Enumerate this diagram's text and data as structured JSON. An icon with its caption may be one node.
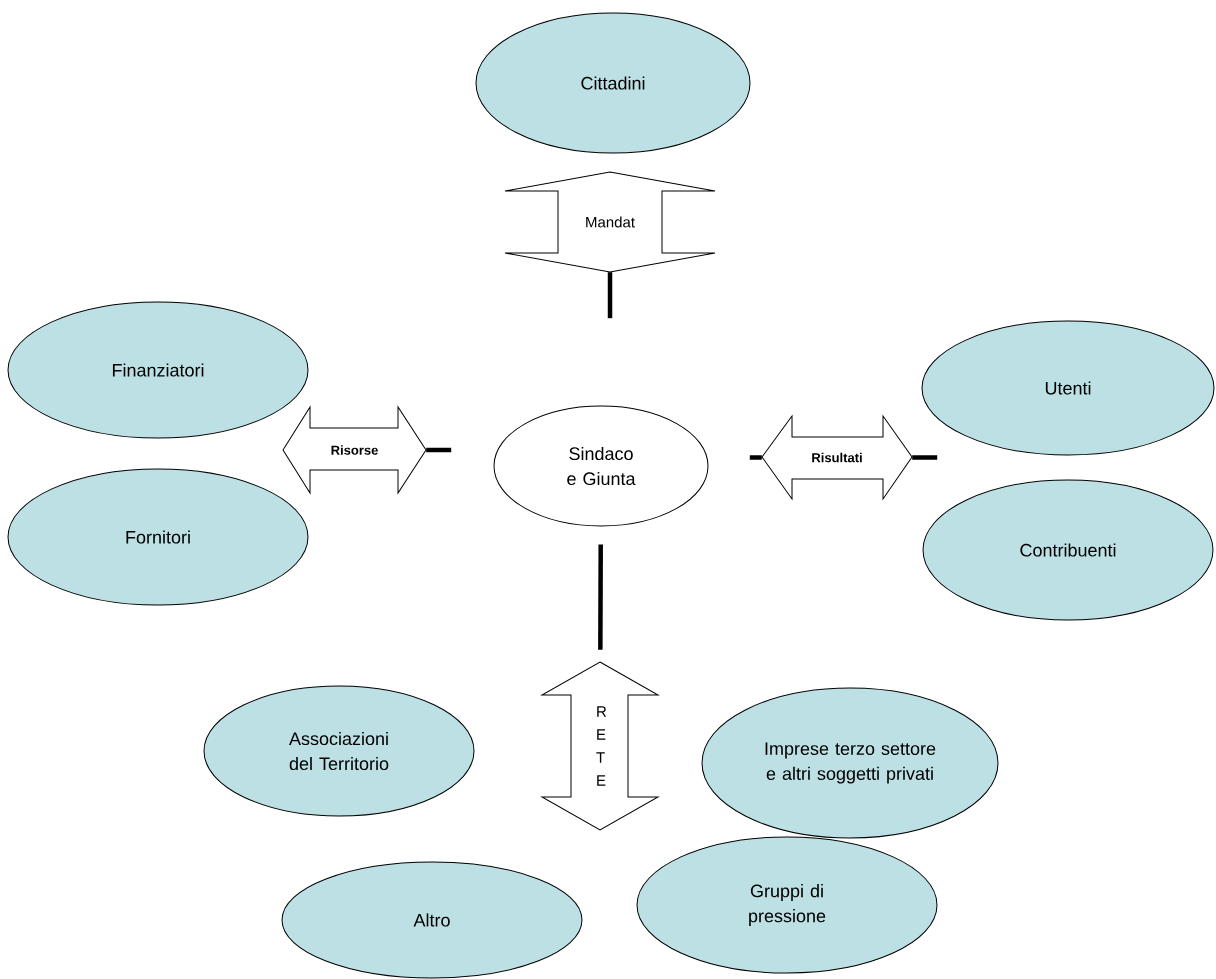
{
  "diagram": {
    "nodes": [
      {
        "text": [
          "Cittadini"
        ]
      },
      {
        "text": [
          "Mandat"
        ]
      },
      {
        "text": [
          "Finanziatori"
        ]
      },
      {
        "text": [
          "Utenti"
        ]
      },
      {
        "text": [
          "Risorse"
        ]
      },
      {
        "text": [
          "Sindaco e Giunta"
        ]
      },
      {
        "text": [
          "Risultati"
        ]
      },
      {
        "text": [
          "Fornitori"
        ]
      },
      {
        "text": [
          "Contribuenti"
        ]
      },
      {
        "text": [
          "R E T E"
        ]
      },
      {
        "text": [
          "Associazioni del Territorio"
        ]
      },
      {
        "text": [
          "Imprese terzo settore e altri soggetti privati"
        ]
      },
      {
        "text": [
          "Altro"
        ]
      },
      {
        "text": [
          "Gruppi di pressione"
        ]
      }
    ],
    "edges": [
      {
        "from": 1,
        "to": null,
        "arrow": "none"
      },
      {
        "from": 4,
        "to": null,
        "arrow": "none"
      },
      {
        "from": 6,
        "to": null,
        "arrow": "none"
      },
      {
        "from": 6,
        "to": null,
        "arrow": "none"
      },
      {
        "from": 9,
        "to": 5,
        "arrow": "none"
      }
    ]
  }
}
